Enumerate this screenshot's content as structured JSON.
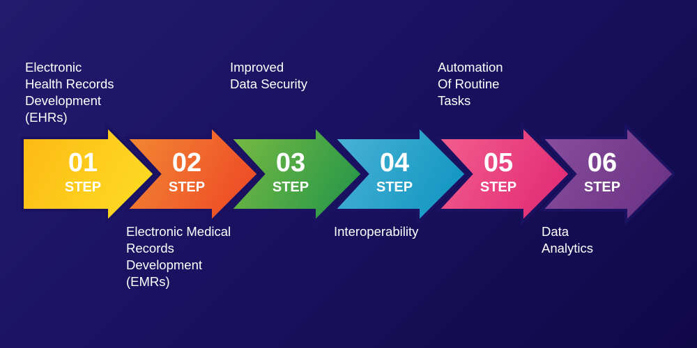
{
  "steps": [
    {
      "number": "01",
      "word": "STEP",
      "label": "Electronic\nHealth Records\nDevelopment\n(EHRs)",
      "colors": [
        "#fdb913",
        "#fdd823"
      ]
    },
    {
      "number": "02",
      "word": "STEP",
      "label": "Electronic Medical\nRecords\nDevelopment\n(EMRs)",
      "colors": [
        "#f28a34",
        "#ee4f27"
      ]
    },
    {
      "number": "03",
      "word": "STEP",
      "label": "Improved\nData Security",
      "colors": [
        "#7bbb42",
        "#2e9a48"
      ]
    },
    {
      "number": "04",
      "word": "STEP",
      "label": "Interoperability",
      "colors": [
        "#4cb3d4",
        "#1698c4"
      ]
    },
    {
      "number": "05",
      "word": "STEP",
      "label": "Automation\nOf Routine\nTasks",
      "colors": [
        "#f3608e",
        "#e32f76"
      ]
    },
    {
      "number": "06",
      "word": "STEP",
      "label": "Data\nAnalytics",
      "colors": [
        "#8a4f9e",
        "#6e3586"
      ]
    }
  ]
}
